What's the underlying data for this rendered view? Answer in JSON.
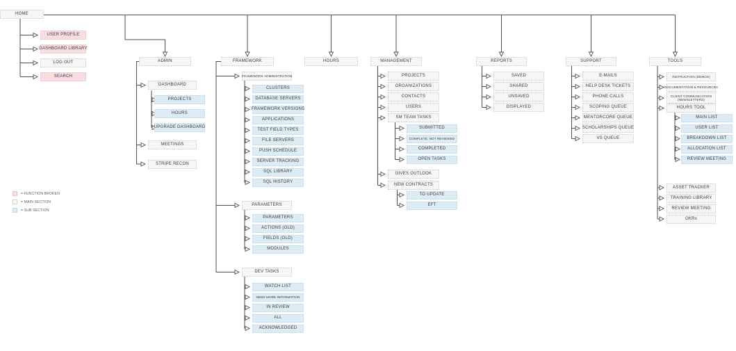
{
  "legend": {
    "items": [
      {
        "type": "broken",
        "label": "= FUNCTION BROKEN"
      },
      {
        "type": "main",
        "label": "= MAIN SECTION"
      },
      {
        "type": "sub",
        "label": "= SUB SECTION"
      }
    ]
  },
  "colors": {
    "broken": "#f9dee1",
    "main": "#f6f6f6",
    "sub": "#dcebf4",
    "line": "#4d4d4d"
  },
  "home": {
    "label": "HOME",
    "type": "main",
    "items": [
      {
        "label": "USER PROFILE",
        "type": "broken"
      },
      {
        "label": "DASHBOARD LIBRARY",
        "type": "broken"
      },
      {
        "label": "LOG OUT",
        "type": "main"
      },
      {
        "label": "SEARCH",
        "type": "broken"
      }
    ]
  },
  "admin": {
    "label": "ADMIN",
    "type": "main",
    "items": [
      {
        "label": "DASHBOARD",
        "type": "main",
        "children": [
          {
            "label": "PROJECTS",
            "type": "sub"
          },
          {
            "label": "HOURS",
            "type": "sub"
          },
          {
            "label": "UPGRADE DASHBOARD",
            "type": "sub"
          }
        ]
      },
      {
        "label": "MEETINGS",
        "type": "main"
      },
      {
        "label": "STRIPE RECON",
        "type": "main"
      }
    ]
  },
  "framework": {
    "label": "FRAMEWORK",
    "type": "main",
    "items": [
      {
        "label": "FRAMEWORK ADMINISTRATION",
        "type": "main",
        "children": [
          {
            "label": "CLUSTERS",
            "type": "sub"
          },
          {
            "label": "DATABASE SERVERS",
            "type": "sub"
          },
          {
            "label": "FRAMEWORK VERSIONS",
            "type": "sub"
          },
          {
            "label": "APPLICATIONS",
            "type": "sub"
          },
          {
            "label": "TEST FIELD TYPES",
            "type": "sub"
          },
          {
            "label": "FILE SERVERS",
            "type": "sub"
          },
          {
            "label": "PUSH SCHEDULE",
            "type": "sub"
          },
          {
            "label": "SERVER TRACKING",
            "type": "sub"
          },
          {
            "label": "SQL LIBRARY",
            "type": "sub"
          },
          {
            "label": "SQL HISTORY",
            "type": "sub"
          }
        ]
      },
      {
        "label": "PARAMETERS",
        "type": "main",
        "children": [
          {
            "label": "PARAMETERS",
            "type": "sub"
          },
          {
            "label": "ACTIONS (OLD)",
            "type": "sub"
          },
          {
            "label": "FIELDS (OLD)",
            "type": "sub"
          },
          {
            "label": "MODULES",
            "type": "sub"
          }
        ]
      },
      {
        "label": "DEV TASKS",
        "type": "main",
        "children": [
          {
            "label": "WATCH LIST",
            "type": "sub"
          },
          {
            "label": "NEED MORE INFORMATION",
            "type": "sub"
          },
          {
            "label": "IN REVIEW",
            "type": "sub"
          },
          {
            "label": "ALL",
            "type": "sub"
          },
          {
            "label": "ACKNOWLEDGED",
            "type": "sub"
          }
        ]
      }
    ]
  },
  "hours": {
    "label": "HOURS",
    "type": "main",
    "items": []
  },
  "management": {
    "label": "MANAGEMENT",
    "type": "main",
    "items": [
      {
        "label": "PROJECTS",
        "type": "main"
      },
      {
        "label": "ORGANIZATIONS",
        "type": "main"
      },
      {
        "label": "CONTACTS",
        "type": "main"
      },
      {
        "label": "USERS",
        "type": "main"
      },
      {
        "label": "SM TEAM TASKS",
        "type": "main",
        "children": [
          {
            "label": "SUBMITTED",
            "type": "sub"
          },
          {
            "label": "COMPLETE, NOT REVIEWED",
            "type": "sub"
          },
          {
            "label": "COMPLETED",
            "type": "sub"
          },
          {
            "label": "OPEN TASKS",
            "type": "sub"
          }
        ]
      },
      {
        "label": "GIVES OUTLOOK",
        "type": "main"
      },
      {
        "label": "NEW CONTRACTS",
        "type": "main",
        "children": [
          {
            "label": "TO UPDATE",
            "type": "sub"
          },
          {
            "label": "EFT",
            "type": "sub"
          }
        ]
      }
    ]
  },
  "reports": {
    "label": "REPORTS",
    "type": "main",
    "items": [
      {
        "label": "SAVED",
        "type": "main"
      },
      {
        "label": "SHARED",
        "type": "main"
      },
      {
        "label": "UNSAVED",
        "type": "main"
      },
      {
        "label": "DISPLAYED",
        "type": "main"
      }
    ]
  },
  "support": {
    "label": "SUPPORT",
    "type": "main",
    "items": [
      {
        "label": "E-MAILS",
        "type": "main"
      },
      {
        "label": "HELP DESK TICKETS",
        "type": "main"
      },
      {
        "label": "PHONE CALLS",
        "type": "main"
      },
      {
        "label": "SCOPING QUEUE",
        "type": "main"
      },
      {
        "label": "MENTORCORE QUEUE",
        "type": "main"
      },
      {
        "label": "SCHOLARSHIPS QUEUE",
        "type": "main"
      },
      {
        "label": "VS QUEUE",
        "type": "main"
      }
    ]
  },
  "tools": {
    "label": "TOOLS",
    "type": "main",
    "items": [
      {
        "label": "INSTRUCTION (DEMOS)",
        "type": "main"
      },
      {
        "label": "DOCUMENTATION & RESOURCES",
        "type": "main"
      },
      {
        "label": "CLIENT COMMUNICATION (NEWSLETTERS)",
        "type": "main"
      },
      {
        "label": "HOURS TOOL",
        "type": "main",
        "children": [
          {
            "label": "MAIN LIST",
            "type": "sub"
          },
          {
            "label": "USER LIST",
            "type": "sub"
          },
          {
            "label": "BREAKDOWN LIST",
            "type": "sub"
          },
          {
            "label": "ALLOCATION LIST",
            "type": "sub"
          },
          {
            "label": "REVIEW MEETING",
            "type": "sub"
          }
        ]
      },
      {
        "label": "ASSET TRACKER",
        "type": "main"
      },
      {
        "label": "TRAINING LIBRARY",
        "type": "main"
      },
      {
        "label": "REVIEW MEETING",
        "type": "main"
      },
      {
        "label": "OKRs",
        "type": "main"
      }
    ]
  }
}
